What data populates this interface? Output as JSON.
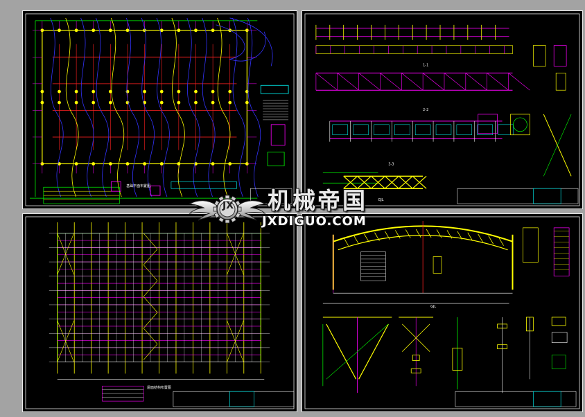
{
  "watermark": {
    "site_name_cn": "机械帝国",
    "site_name_en": "JXDIGUO.COM",
    "logo_text": "JX"
  },
  "sheets": {
    "foundation_plan": {
      "drawing_title": "基础平面布置图"
    },
    "steel_sections": {
      "section_label_1": "1-1",
      "section_label_2": "2-2",
      "section_label_3": "3-3",
      "truss_label": "GJL"
    },
    "roof_plan": {
      "drawing_title": "屋面结构布置图"
    },
    "frame_elevation": {
      "frame_label": "GJL"
    }
  },
  "colors": {
    "background": "#a3a3a3",
    "sheet": "#000000",
    "frame": "#e9e9e9",
    "cad_yellow": "#ffff00",
    "cad_green": "#00ff00",
    "cad_magenta": "#ff00ff",
    "cad_cyan": "#00ffff",
    "cad_blue": "#3333ff",
    "cad_red": "#ff2020"
  }
}
